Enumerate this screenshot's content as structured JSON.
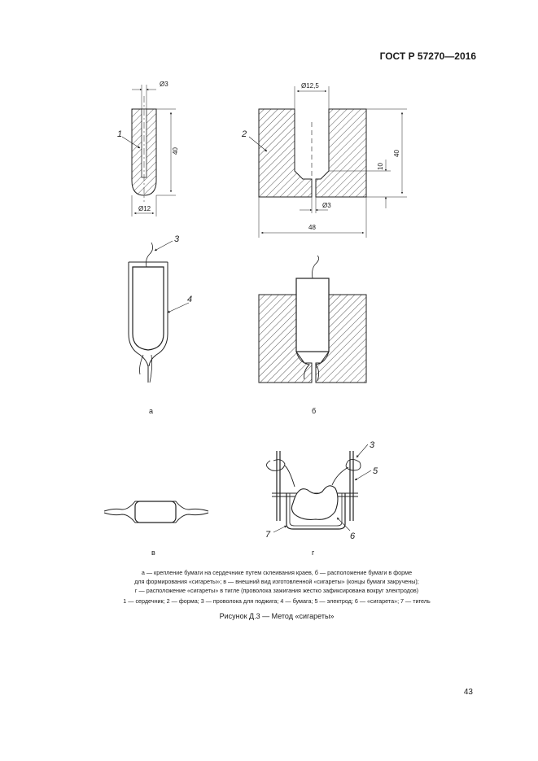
{
  "header": {
    "standard": "ГОСТ Р 57270—2016"
  },
  "figure": {
    "dims": {
      "d3_top": "Ø3",
      "h40_left": "40",
      "d12": "Ø12",
      "d12_5": "Ø12,5",
      "h40_right": "40",
      "h10": "10",
      "d3_bottom": "Ø3",
      "w48": "48"
    },
    "callouts": {
      "c1": "1",
      "c2": "2",
      "c3a": "3",
      "c4": "4",
      "c3b": "3",
      "c5": "5",
      "c6": "6",
      "c7": "7"
    },
    "sublabels": {
      "a": "а",
      "b": "б",
      "v": "в",
      "g": "г"
    }
  },
  "caption": {
    "line1": "а — крепление бумаги на сердечнике путем склеивания краев, б — расположение бумаги в форме",
    "line2": "для формирования «сигареты»; в — внешний вид изготовленной «сигареты» (концы бумаги закручены);",
    "line3": "г — расположение «сигареты» в тигле (проволока зажигания жестко зафиксирована вокруг электродов)"
  },
  "legend": {
    "text": "1 — сердечник; 2 — форма; 3 — проволока для поджига; 4 — бумага; 5 — электрод; 6 — «сигарета»; 7 — тигель"
  },
  "figure_title": "Рисунок Д.3 — Метод «сигареты»",
  "page_number": "43"
}
